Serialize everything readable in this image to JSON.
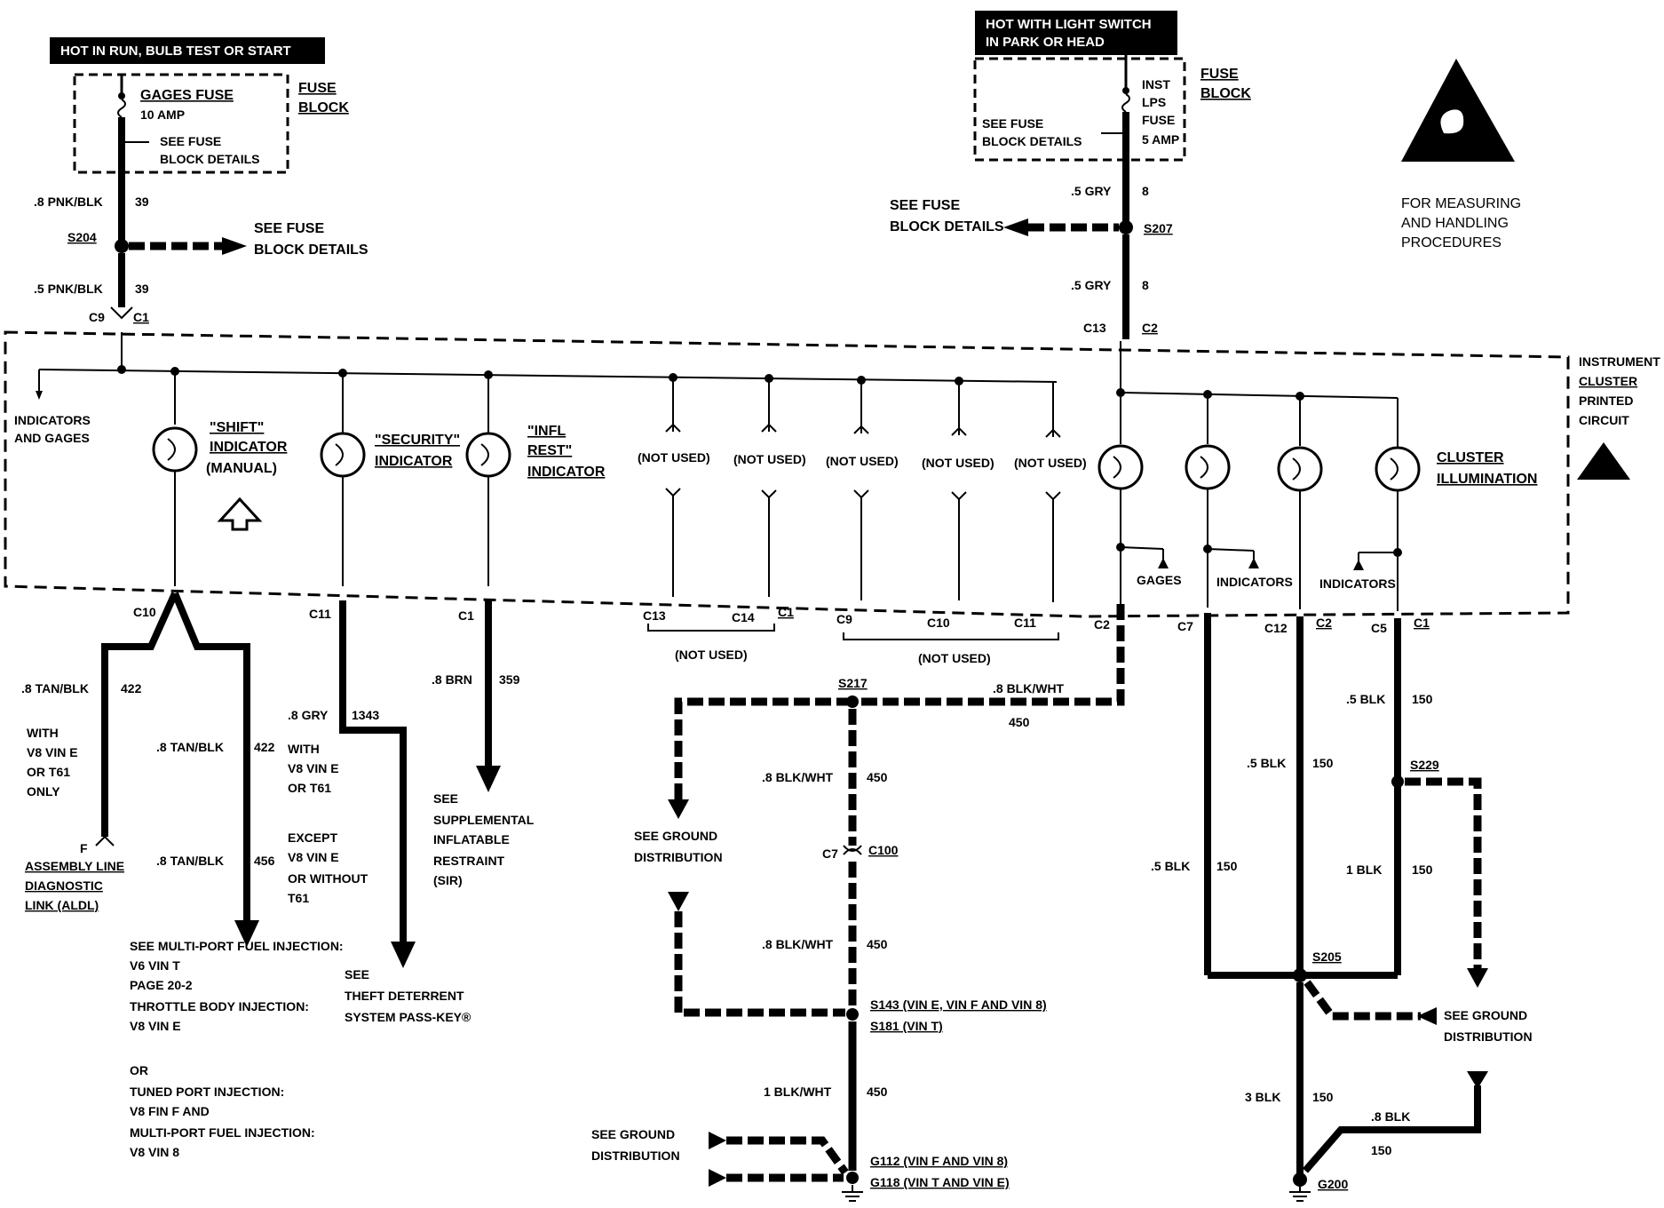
{
  "banners": {
    "left": "HOT IN RUN, BULB TEST OR START",
    "right_1": "HOT WITH LIGHT SWITCH",
    "right_2": "IN PARK OR HEAD"
  },
  "fuse_left": {
    "name": "GAGES FUSE",
    "rating": "10 AMP",
    "details_1": "SEE FUSE",
    "details_2": "BLOCK DETAILS",
    "block_1": "FUSE",
    "block_2": "BLOCK"
  },
  "fuse_right": {
    "name_1": "INST",
    "name_2": "LPS",
    "name_3": "FUSE",
    "rating": "5 AMP",
    "details_1": "SEE FUSE",
    "details_2": "BLOCK DETAILS",
    "block_1": "FUSE",
    "block_2": "BLOCK"
  },
  "esd_note": [
    "FOR MEASURING",
    "AND HANDLING",
    "PROCEDURES"
  ],
  "cluster_label": [
    "INSTRUMENT",
    "CLUSTER",
    "PRINTED",
    "CIRCUIT"
  ],
  "left_feed": {
    "w1": ".8 PNK/BLK",
    "c1": "39",
    "splice": "S204",
    "see_1": "SEE FUSE",
    "see_2": "BLOCK DETAILS",
    "w2": ".5 PNK/BLK",
    "c2": "39",
    "conn_a": "C9",
    "conn_b": "C1"
  },
  "right_feed": {
    "w1": ".5 GRY",
    "c1": "8",
    "splice": "S207",
    "see_1": "SEE FUSE",
    "see_2": "BLOCK DETAILS",
    "w2": ".5 GRY",
    "c2": "8",
    "conn_a": "C13",
    "conn_b": "C2"
  },
  "indicators": {
    "ind_gages_1": "INDICATORS",
    "ind_gages_2": "AND GAGES",
    "shift_1": "\"SHIFT\"",
    "shift_2": "INDICATOR",
    "shift_3": "(MANUAL)",
    "security_1": "\"SECURITY\"",
    "security_2": "INDICATOR",
    "infl_1": "\"INFL",
    "infl_2": "REST\"",
    "infl_3": "INDICATOR",
    "not_used": [
      "(NOT USED)",
      "(NOT USED)",
      "(NOT USED)",
      "(NOT USED)",
      "(NOT USED)"
    ],
    "illum_1": "CLUSTER",
    "illum_2": "ILLUMINATION",
    "gages": "GAGES",
    "indicators_1": "INDICATORS",
    "indicators_2": "INDICATORS"
  },
  "connectors": {
    "c10": "C10",
    "c11": "C11",
    "c1a": "C1",
    "c13": "C13",
    "c14": "C14",
    "c1b": "C1",
    "not_used_1": "(NOT USED)",
    "c9": "C9",
    "c10b": "C10",
    "c11b": "C11",
    "not_used_2": "(NOT USED)",
    "c2a": "C2",
    "c7": "C7",
    "c12": "C12",
    "c2b": "C2",
    "c5": "C5",
    "c1c": "C1"
  },
  "aldl": {
    "w1": ".8 TAN/BLK",
    "c1": "422",
    "with_1": "WITH",
    "with_2": "V8 VIN E",
    "with_3": "OR T61",
    "with_4": "ONLY",
    "pin": "F",
    "link_1": "ASSEMBLY LINE",
    "link_2": "DIAGNOSTIC",
    "link_3": "LINK (ALDL)",
    "w2": ".8 TAN/BLK",
    "c2": "422",
    "w3": ".8 TAN/BLK",
    "c3": "456"
  },
  "fuel_note": [
    "SEE MULTI-PORT FUEL INJECTION:",
    "V6 VIN T",
    "PAGE 20-2",
    "THROTTLE BODY INJECTION:",
    "V8 VIN E",
    "",
    "OR",
    "TUNED PORT INJECTION:",
    "V8 FIN F AND",
    "MULTI-PORT FUEL INJECTION:",
    "V8 VIN 8"
  ],
  "security": {
    "w": ".8 GRY",
    "c": "1343",
    "with_1": "WITH",
    "with_2": "V8 VIN E",
    "with_3": "OR T61",
    "except_1": "EXCEPT",
    "except_2": "V8 VIN E",
    "except_3": "OR WITHOUT",
    "except_4": "T61",
    "see_1": "SEE",
    "see_2": "THEFT DETERRENT",
    "see_3": "SYSTEM PASS-KEY®"
  },
  "sir": {
    "w": ".8 BRN",
    "c": "359",
    "see_1": "SEE",
    "see_2": "SUPPLEMENTAL",
    "see_3": "INFLATABLE",
    "see_4": "RESTRAINT",
    "see_5": "(SIR)"
  },
  "ground_center": {
    "s217": "S217",
    "w1": ".8 BLK/WHT",
    "c1": "450",
    "w2": ".8 BLK/WHT",
    "c2": "450",
    "gd_1": "SEE GROUND",
    "gd_2": "DISTRIBUTION",
    "c7": "C7",
    "c100": "C100",
    "w3": ".8 BLK/WHT",
    "c3": "450",
    "s143": "S143 (VIN E, VIN F AND VIN 8)",
    "s181": "S181 (VIN T)",
    "w4": "1 BLK/WHT",
    "c4": "450",
    "gd2_1": "SEE GROUND",
    "gd2_2": "DISTRIBUTION",
    "g112": "G112 (VIN F AND VIN 8)",
    "g118": "G118 (VIN T AND VIN E)"
  },
  "ground_right": {
    "w_a": ".5 BLK",
    "c_a": "150",
    "w_b": ".5 BLK",
    "c_b": "150",
    "w_c": ".5 BLK",
    "c_c": "150",
    "s229": "S229",
    "w_d": "1 BLK",
    "c_d": "150",
    "s205": "S205",
    "gd_1": "SEE GROUND",
    "gd_2": "DISTRIBUTION",
    "w_e": "3 BLK",
    "c_e": "150",
    "w_f": ".8 BLK",
    "c_f": "150",
    "g200": "G200"
  }
}
